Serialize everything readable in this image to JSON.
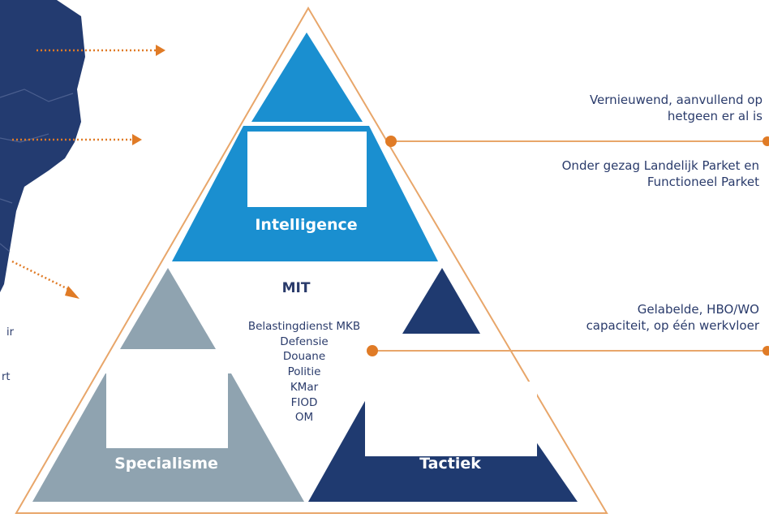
{
  "pyramid": {
    "top_label": "Intelligence",
    "center_title": "MIT",
    "members": [
      "Belastingdienst MKB",
      "Defensie",
      "Douane",
      "Politie",
      "KMar",
      "FIOD",
      "OM"
    ],
    "left_label": "Specialisme",
    "right_label": "Tactiek"
  },
  "notes": {
    "top_line1": "Vernieuwend, aanvullend op",
    "top_line2": "hetgeen er al is",
    "top_line3": "Onder gezag Landelijk Parket en",
    "top_line4": "Functioneel Parket",
    "mid_line1": "Gelabelde, HBO/WO",
    "mid_line2": "capaciteit, op één werkvloer"
  },
  "map_edge_text": [
    "ir",
    "rt"
  ],
  "colors": {
    "navy": "#1f3a70",
    "blue": "#1a8fd0",
    "grey": "#8fa3b0",
    "orange": "#e07b26"
  }
}
